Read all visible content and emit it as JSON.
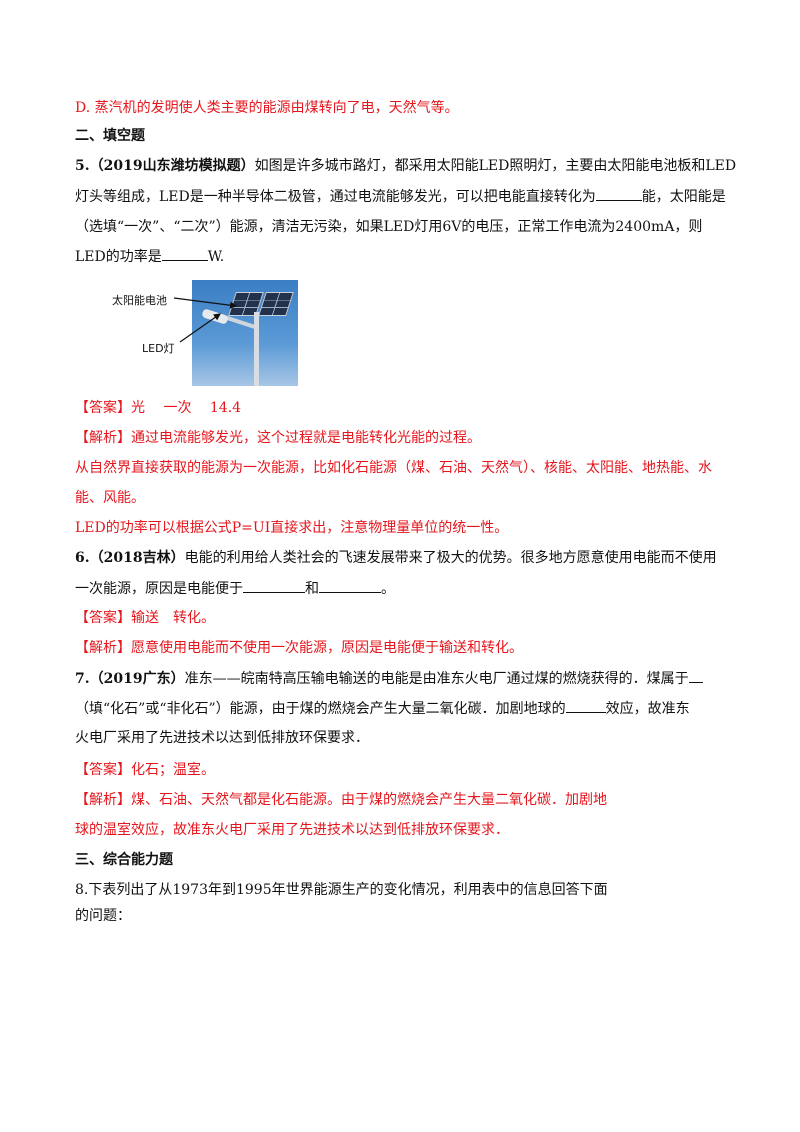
{
  "top_option": "D. 蒸汽机的发明使人类主要的能源由煤转向了电，天然气等。",
  "section2_title": "二、填空题",
  "q5": {
    "num": "5.",
    "source": "（2019山东潍坊模拟题）",
    "line1_rest": "如图是许多城市路灯，都采用太阳能LED照明灯，主要由太阳能电池板和LED",
    "line2_a": "灯头等组成，LED是一种半导体二极管，通过电流能够发光，可以把电能直接转化为",
    "line2_b": "能，太阳能是",
    "line3": "（选填“一次”、“二次”）能源，清洁无污染，如果LED灯用6V的电压，正常工作电流为2400mA，则",
    "line4_a": "LED的功率是",
    "line4_b": "W.",
    "figure_label_solar": "太阳能电池",
    "figure_label_led": "LED灯",
    "answer": "【答案】光　 一次　 14.4",
    "analysis_1": "【解析】通过电流能够发光，这个过程就是电能转化光能的过程。",
    "analysis_2": "从自然界直接获取的能源为一次能源，比如化石能源（煤、石油、天然气）、核能、太阳能、地热能、水",
    "analysis_3": "能、风能。",
    "analysis_4": "LED的功率可以根据公式P=UI直接求出，注意物理量单位的统一性。"
  },
  "q6": {
    "num": "6.",
    "source": "（2018吉林）",
    "line1_rest": "电能的利用给人类社会的飞速发展带来了极大的优势。很多地方愿意使用电能而不使用",
    "line2_a": "一次能源，原因是电能便于",
    "line2_and": "和",
    "line2_end": "。",
    "answer": "【答案】输送　转化。",
    "analysis": "【解析】愿意使用电能而不使用一次能源，原因是电能便于输送和转化。"
  },
  "q7": {
    "num": "7.",
    "source": "（2019广东）",
    "line1_rest": "准东——皖南特高压输电输送的电能是由准东火电厂通过煤的燃烧获得的．煤属于",
    "line2_a": "（填“化石”或“非化石”）能源，由于煤的燃烧会产生大量二氧化碳．加剧地球的",
    "line2_b": "效应，故准东",
    "line3": "火电厂采用了先进技术以达到低排放环保要求．",
    "answer": "【答案】化石；温室。",
    "analysis_1": "【解析】煤、石油、天然气都是化石能源。由于煤的燃烧会产生大量二氧化碳．加剧地",
    "analysis_2": "球的温室效应，故准东火电厂采用了先进技术以达到低排放环保要求．"
  },
  "section3_title": "三、综合能力题",
  "q8": {
    "line1": "8.下表列出了从1973年到1995年世界能源生产的变化情况，利用表中的信息回答下面",
    "line2": "的问题："
  },
  "colors": {
    "answer_red": "#e5161d",
    "text": "#111111"
  }
}
